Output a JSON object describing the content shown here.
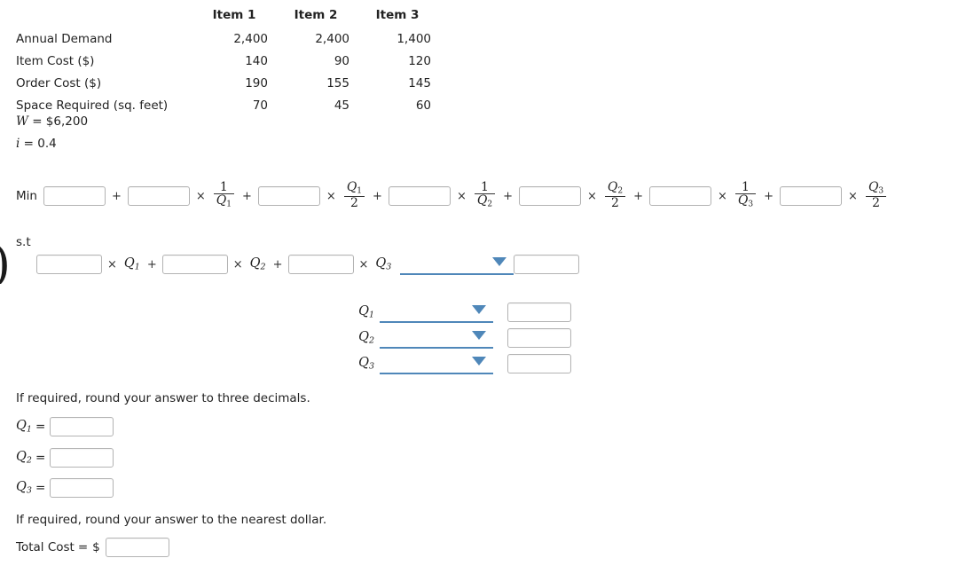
{
  "table": {
    "column_headers": [
      "",
      "Item 1",
      "Item 2",
      "Item 3"
    ],
    "rows": [
      {
        "label": "Annual Demand",
        "values": [
          "2,400",
          "2,400",
          "1,400"
        ]
      },
      {
        "label": "Item Cost ($)",
        "values": [
          "140",
          "90",
          "120"
        ]
      },
      {
        "label": "Order Cost ($)",
        "values": [
          "190",
          "155",
          "145"
        ]
      },
      {
        "label": "Space Required (sq. feet)",
        "values": [
          "70",
          "45",
          "60"
        ]
      }
    ]
  },
  "scalars": [
    {
      "symbol": "W",
      "equals": "=",
      "value": "$6,200"
    },
    {
      "symbol": "i",
      "equals": "=",
      "value": "0.4"
    }
  ],
  "objective": {
    "label": "Min",
    "terms": [
      {
        "plus": "",
        "coef_value": "",
        "times": "",
        "factor": ""
      },
      {
        "plus": "+",
        "coef_value": "",
        "times": "×",
        "factor": "1/Q1"
      },
      {
        "plus": "+",
        "coef_value": "",
        "times": "×",
        "factor": "Q1/2"
      },
      {
        "plus": "+",
        "coef_value": "",
        "times": "×",
        "factor": "1/Q2"
      },
      {
        "plus": "+",
        "coef_value": "",
        "times": "×",
        "factor": "Q2/2"
      },
      {
        "plus": "+",
        "coef_value": "",
        "times": "×",
        "factor": "1/Q3"
      },
      {
        "plus": "+",
        "coef_value": "",
        "times": "×",
        "factor": "Q3/2"
      }
    ],
    "fractions": {
      "one_over_q1": {
        "numerator": "1",
        "denominator": "Q",
        "den_sub": "1"
      },
      "q1_over_two": {
        "numerator": "Q",
        "num_sub": "1",
        "denominator": "2"
      },
      "one_over_q2": {
        "numerator": "1",
        "denominator": "Q",
        "den_sub": "2"
      },
      "q2_over_two": {
        "numerator": "Q",
        "num_sub": "2",
        "denominator": "2"
      },
      "one_over_q3": {
        "numerator": "1",
        "denominator": "Q",
        "den_sub": "3"
      },
      "q3_over_two": {
        "numerator": "Q",
        "num_sub": "3",
        "denominator": "2"
      }
    }
  },
  "constraint": {
    "st_label": "s.t",
    "paren_glyph": ")",
    "terms": [
      {
        "coef_value": "",
        "times": "×",
        "var": "Q",
        "sub": "1",
        "plus": "+"
      },
      {
        "coef_value": "",
        "times": "×",
        "var": "Q",
        "sub": "2",
        "plus": "+"
      },
      {
        "coef_value": "",
        "times": "×",
        "var": "Q",
        "sub": "3",
        "plus": ""
      }
    ],
    "relation_select": {
      "value": "",
      "caret": "caret-down"
    },
    "rhs_value": ""
  },
  "sign_restrictions": [
    {
      "label": "Q",
      "sub": "1",
      "select_value": "",
      "value": ""
    },
    {
      "label": "Q",
      "sub": "2",
      "select_value": "",
      "value": ""
    },
    {
      "label": "Q",
      "sub": "3",
      "select_value": "",
      "value": ""
    }
  ],
  "answers": {
    "note_decimals": "If required, round your answer to three decimals.",
    "fields": [
      {
        "label": "Q",
        "sub": "1",
        "equals": "=",
        "value": ""
      },
      {
        "label": "Q",
        "sub": "2",
        "equals": "=",
        "value": ""
      },
      {
        "label": "Q",
        "sub": "3",
        "equals": "=",
        "value": ""
      }
    ],
    "note_dollar": "If required, round your answer to the nearest dollar.",
    "total_cost": {
      "label": "Total Cost",
      "equals": "=",
      "currency": "$",
      "value": ""
    }
  },
  "colors": {
    "accent_blue": "#4f87b9",
    "input_border": "#b3b3b3",
    "text": "#222222"
  }
}
